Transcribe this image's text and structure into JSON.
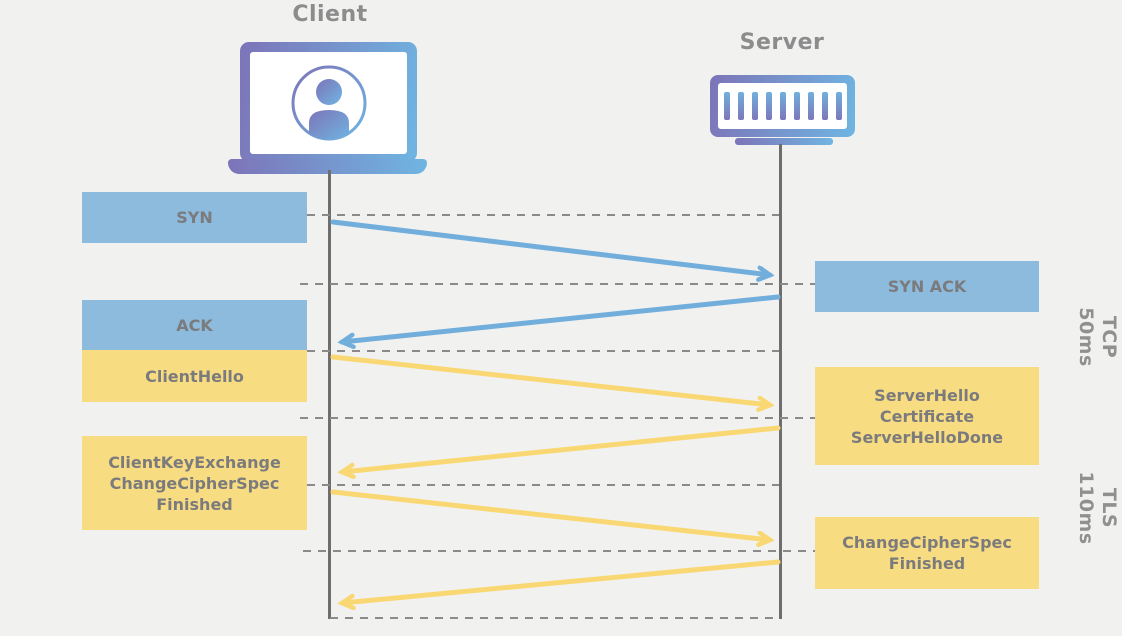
{
  "actors": {
    "client": {
      "label": "Client",
      "icon": "laptop-user-icon"
    },
    "server": {
      "label": "Server",
      "icon": "server-icon"
    }
  },
  "messages": {
    "syn": {
      "label": "SYN",
      "protocol": "TCP",
      "from": "client"
    },
    "synack": {
      "label": "SYN ACK",
      "protocol": "TCP",
      "from": "server"
    },
    "ack": {
      "label": "ACK",
      "protocol": "TCP",
      "from": "client"
    },
    "clienthello": {
      "label": "ClientHello",
      "protocol": "TLS",
      "from": "client"
    },
    "serverhello": {
      "lines": [
        "ServerHello",
        "Certificate",
        "ServerHelloDone"
      ],
      "protocol": "TLS",
      "from": "server"
    },
    "clientkey": {
      "lines": [
        "ClientKeyExchange",
        "ChangeCipherSpec",
        "Finished"
      ],
      "protocol": "TLS",
      "from": "client"
    },
    "changecipher": {
      "lines": [
        "ChangeCipherSpec",
        "Finished"
      ],
      "protocol": "TLS",
      "from": "server"
    }
  },
  "phases": {
    "tcp": {
      "label": "TCP",
      "duration": "50ms"
    },
    "tls": {
      "label": "TLS",
      "duration": "110ms"
    }
  },
  "colors": {
    "background": "#f1f1f0",
    "tcp_box_fill": "#8cbbdd",
    "tls_box_fill": "#f8dc82",
    "tcp_arrow": "#72aedb",
    "tls_arrow": "#f9d874",
    "box_text": "#7b7b7d",
    "label_text": "#8c8c8c",
    "lifeline": "#6e6e6e",
    "dashed_line": "#8a8a8a",
    "icon_gradient_start": "#7d74b8",
    "icon_gradient_end": "#6fb5e2"
  }
}
